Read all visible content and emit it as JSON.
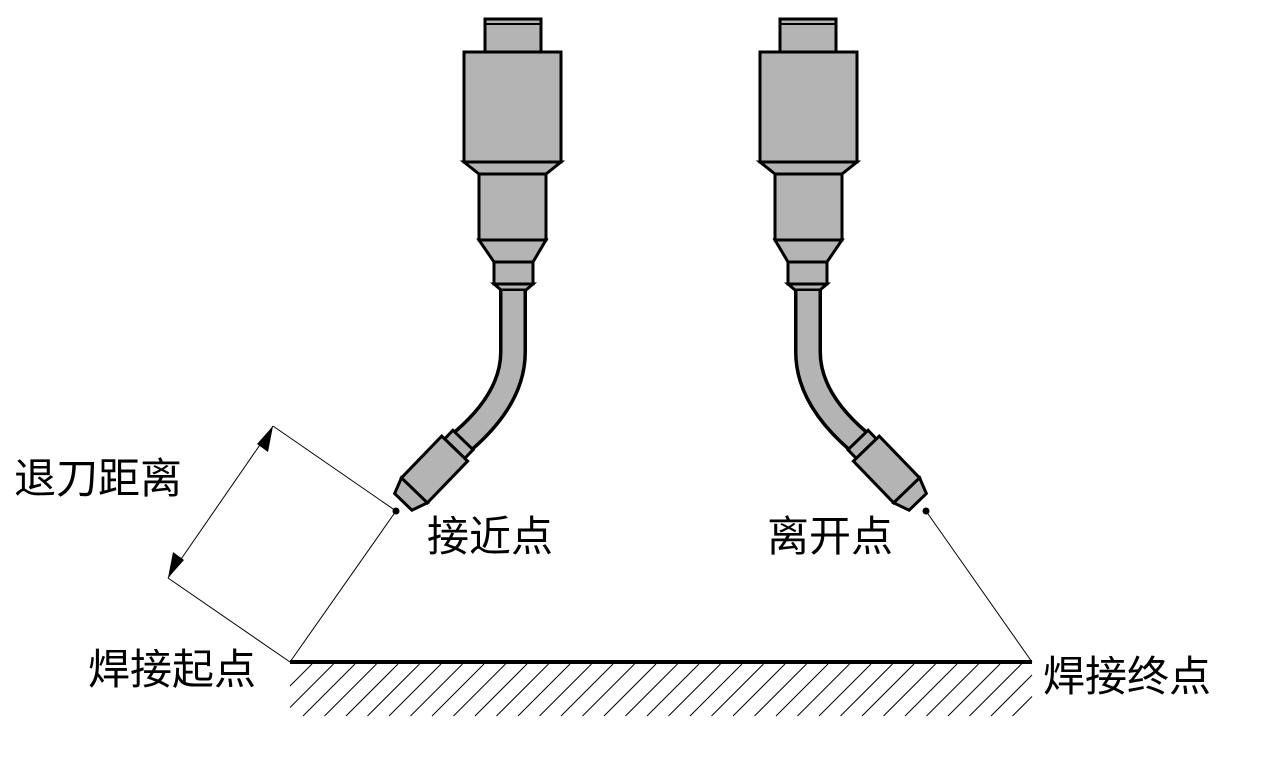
{
  "labels": {
    "retract_distance": "退刀距离",
    "approach_point": "接近点",
    "leave_point": "离开点",
    "weld_start": "焊接起点",
    "weld_end": "焊接终点"
  },
  "colors": {
    "torch_fill": "#b4b4b4",
    "stroke": "#000000",
    "background": "#ffffff"
  }
}
